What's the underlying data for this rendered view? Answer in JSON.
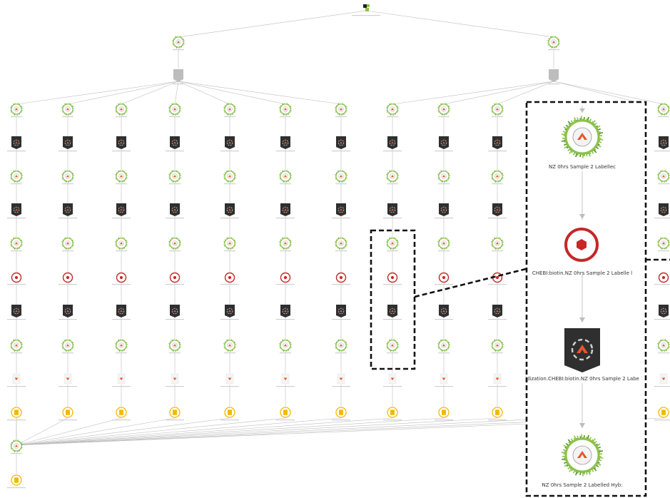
{
  "colors": {
    "sample_green": "#8bc34a",
    "sample_green_dark": "#558b2f",
    "assay_dark": "#2f2f2f",
    "material_red": "#c62828",
    "protocol_gray": "#bdbdbd",
    "data_yellow": "#f5b800",
    "accent_orange": "#e8552a",
    "edge_gray": "#c4c4c4"
  },
  "icons": {
    "sample": "sample-sunburst-icon",
    "assay": "assay-process-icon",
    "material": "labelled-extract-icon",
    "protocol": "protocol-shield-icon",
    "data_file": "data-file-icon",
    "study": "study-root-icon"
  },
  "zoom_callout": {
    "labels": [
      "NZ  0hrs  Sample  2  Labellec",
      "CHEBI:biotin.NZ  0hrs  Sample  2  Labelle l",
      "idization.CHEBI:biotin.NZ  0hrs  Sample  2  Labe",
      "NZ  0hrs  Sample  2  Labelled  Hyb:"
    ]
  }
}
